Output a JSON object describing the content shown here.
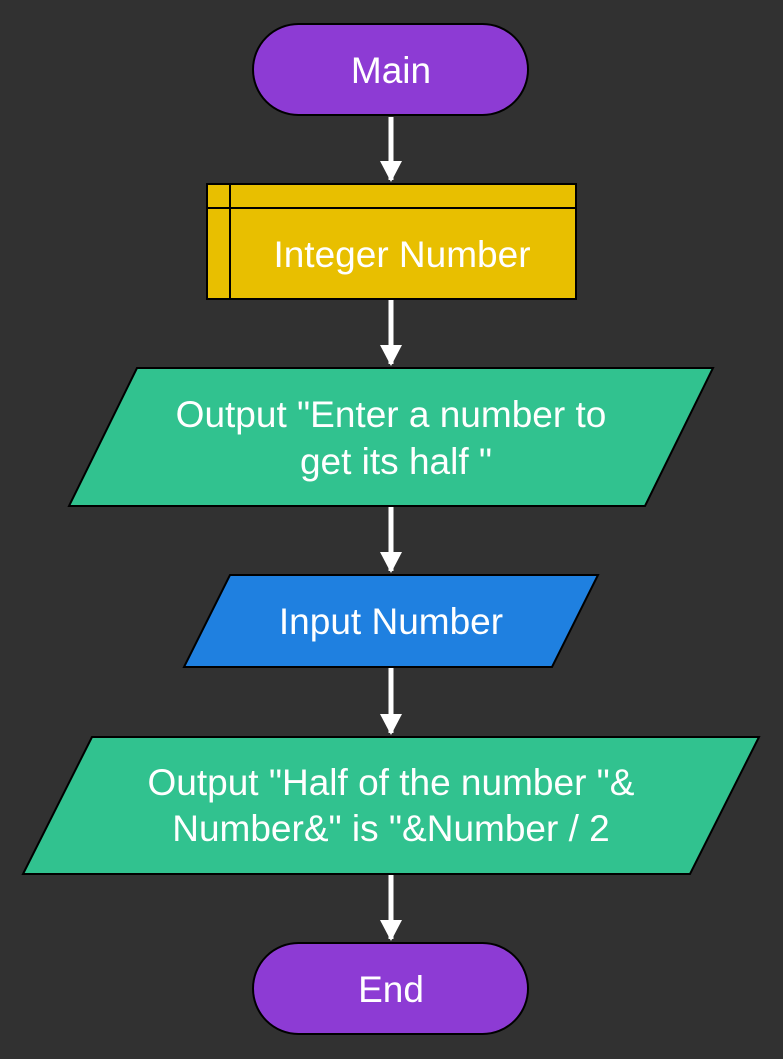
{
  "diagram": {
    "title": "",
    "colors": {
      "background": "#313131",
      "terminal": "#8d3bd4",
      "declare": "#e8bf00",
      "output": "#31c28f",
      "input": "#1f80e0",
      "connector": "#ffffff",
      "outline": "#000000",
      "text": "#ffffff"
    },
    "nodes": [
      {
        "id": "start",
        "shape": "terminal",
        "lines": [
          "Main"
        ]
      },
      {
        "id": "declare",
        "shape": "declare",
        "lines": [
          "Integer Number"
        ]
      },
      {
        "id": "output1",
        "shape": "output",
        "lines": [
          "Output \"Enter a number to",
          "get its half \""
        ]
      },
      {
        "id": "input1",
        "shape": "input",
        "lines": [
          "Input Number"
        ]
      },
      {
        "id": "output2",
        "shape": "output",
        "lines": [
          "Output \"Half of the number \"&",
          "Number&\" is \"&Number / 2"
        ]
      },
      {
        "id": "end",
        "shape": "terminal",
        "lines": [
          "End"
        ]
      }
    ],
    "edges": [
      {
        "from": "start",
        "to": "declare"
      },
      {
        "from": "declare",
        "to": "output1"
      },
      {
        "from": "output1",
        "to": "input1"
      },
      {
        "from": "input1",
        "to": "output2"
      },
      {
        "from": "output2",
        "to": "end"
      }
    ]
  }
}
